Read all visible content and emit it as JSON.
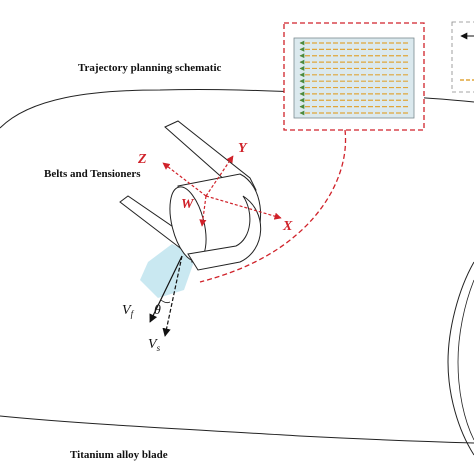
{
  "labels": {
    "trajectory": "Trajectory planning schematic",
    "belts": "Belts and Tensioners",
    "blade": "Titanium alloy blade"
  },
  "axes": {
    "z": "Z",
    "y": "Y",
    "x": "X",
    "w": "W"
  },
  "velocity": {
    "vf_main": "V",
    "vf_sub": "f",
    "vs_main": "V",
    "vs_sub": "s",
    "theta": "θ"
  },
  "colors": {
    "accent_red": "#d0222a",
    "path_orange": "#e0a63a",
    "contact_blue": "#bfe4ef",
    "inset_fill": "#dbe9ee"
  },
  "inset": {
    "path_count": 12
  }
}
